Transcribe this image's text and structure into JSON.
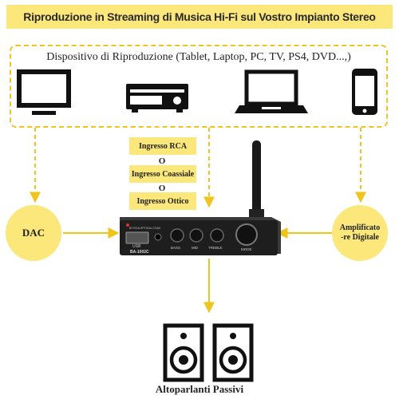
{
  "header": {
    "title": "Riproduzione in Streaming di Musica Hi-Fi sul Vostro Impianto Stereo"
  },
  "devices": {
    "title": "Dispositivo di Riproduzione (Tablet, Laptop, PC, TV, PS4, DVD...,)",
    "icons": [
      "tv-icon",
      "dvd-player-icon",
      "laptop-icon",
      "smartphone-icon"
    ]
  },
  "inputs": {
    "rca": "Ingresso RCA",
    "or1": "O",
    "coax": "Ingresso Coassiale",
    "or2": "O",
    "optical": "Ingresso Ottico"
  },
  "dac": {
    "label": "DAC"
  },
  "amplifier": {
    "line1": "Amplificato",
    "line2": "-re Digitale"
  },
  "device": {
    "model": "BA-1002C",
    "usb_label": "USB",
    "knobs": [
      "BASS",
      "MID",
      "TREBLE",
      "MODE"
    ],
    "led_labels": "BT  RCA  OPTICAL  COAX"
  },
  "speakers": {
    "label": "Altoparlanti Passivi"
  },
  "colors": {
    "accent": "#fce77a",
    "line": "#f0c419",
    "dark": "#222222"
  }
}
